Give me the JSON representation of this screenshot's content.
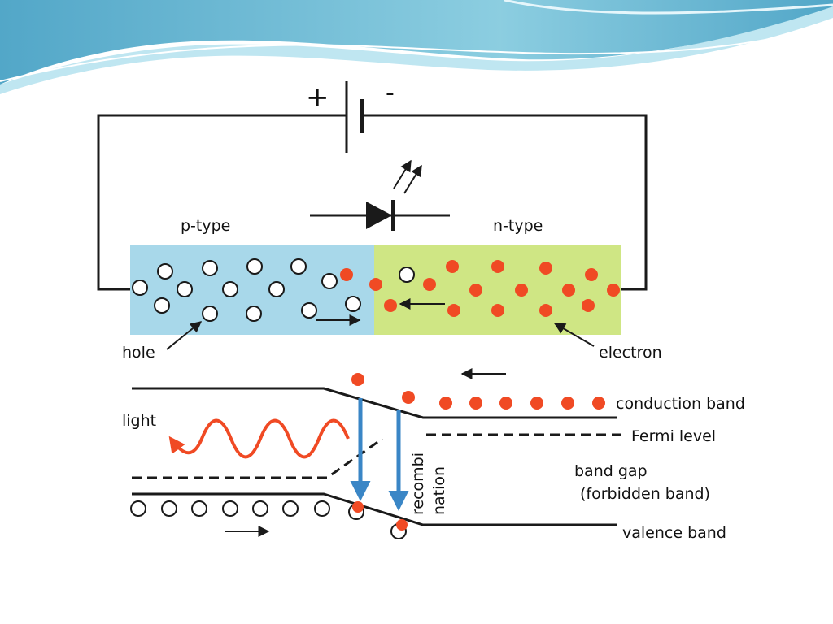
{
  "battery": {
    "plus": "+",
    "minus": "-"
  },
  "regions": {
    "p_type": "p-type",
    "n_type": "n-type"
  },
  "labels": {
    "hole": "hole",
    "electron": "electron",
    "light": "light",
    "conduction_band": "conduction band",
    "fermi_level": "Fermi level",
    "band_gap": "band gap",
    "forbidden_band": "(forbidden band)",
    "valence_band": "valence band",
    "recombination_part1": "recombi",
    "recombination_part2": "nation"
  },
  "colors": {
    "p_region": "#a8d8ea",
    "n_region": "#cfe684",
    "electron": "#f04a24",
    "hole_fill": "#ffffff",
    "recombination_arrow": "#3a86c6",
    "light_wave": "#f04a24",
    "wire": "#1a1a1a",
    "header_wave_dark": "#5fb3cf",
    "header_wave_light": "#bfe6f1"
  }
}
